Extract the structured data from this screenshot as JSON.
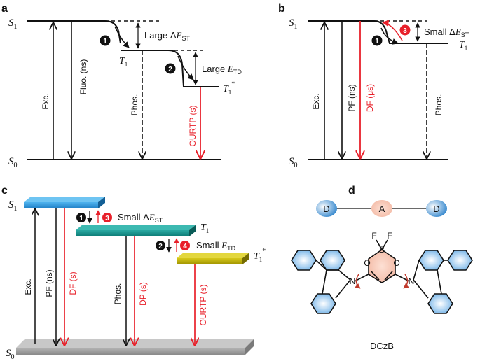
{
  "panel_a": {
    "label": "a",
    "s1": "S",
    "s1_sub": "1",
    "s0": "S",
    "s0_sub": "0",
    "t1": "T",
    "t1_sub": "1",
    "t1star": "T",
    "t1star_sub": "1",
    "t1star_sup": "*",
    "exc": "Exc.",
    "fluo": "Fluo. (ns)",
    "phos": "Phos.",
    "ourtp": "OURTP (s)",
    "step1": "1",
    "step2": "2",
    "large_est_prefix": "Large Δ",
    "large_est_sym": "E",
    "large_est_sub": "ST",
    "large_etd_prefix": "Large ",
    "large_etd_sym": "E",
    "large_etd_sub": "TD"
  },
  "panel_b": {
    "label": "b",
    "s1": "S",
    "s1_sub": "1",
    "s0": "S",
    "s0_sub": "0",
    "t1": "T",
    "t1_sub": "1",
    "exc": "Exc.",
    "pf": "PF (ns)",
    "df": "DF (μs)",
    "phos": "Phos.",
    "step1": "1",
    "step3": "3",
    "small_est_prefix": "Small Δ",
    "small_est_sym": "E",
    "small_est_sub": "ST"
  },
  "panel_c": {
    "label": "c",
    "s1": "S",
    "s1_sub": "1",
    "s0": "S",
    "s0_sub": "0",
    "t1": "T",
    "t1_sub": "1",
    "t1star": "T",
    "t1star_sub": "1",
    "t1star_sup": "*",
    "exc": "Exc.",
    "pf": "PF (ns)",
    "df": "DF (s)",
    "phos": "Phos.",
    "dp": "DP (s)",
    "ourtp": "OURTP (s)",
    "step1": "1",
    "step2": "2",
    "step3": "3",
    "step4": "4",
    "small_est_prefix": "Small Δ",
    "small_est_sym": "E",
    "small_est_sub": "ST",
    "small_etd_prefix": "Small ",
    "small_etd_sym": "E",
    "small_etd_sub": "TD"
  },
  "panel_d": {
    "label": "d",
    "donor_left": "D",
    "acceptor": "A",
    "donor_right": "D",
    "atom_f1": "F",
    "atom_f2": "F",
    "atom_b": "B",
    "atom_o1": "O",
    "atom_o2": "O",
    "atom_n1": "N",
    "atom_n2": "N",
    "molecule_name": "DCzB"
  },
  "colors": {
    "red": "#e8202a",
    "black": "#111111",
    "s1_slab": "#1f8fd6",
    "t1_slab": "#0f8c86",
    "t1star_slab": "#b5a800",
    "s0_slab": "#9e9e9e",
    "donor_blue": "#2f84cc",
    "acceptor_pink": "#f3b9a4"
  }
}
